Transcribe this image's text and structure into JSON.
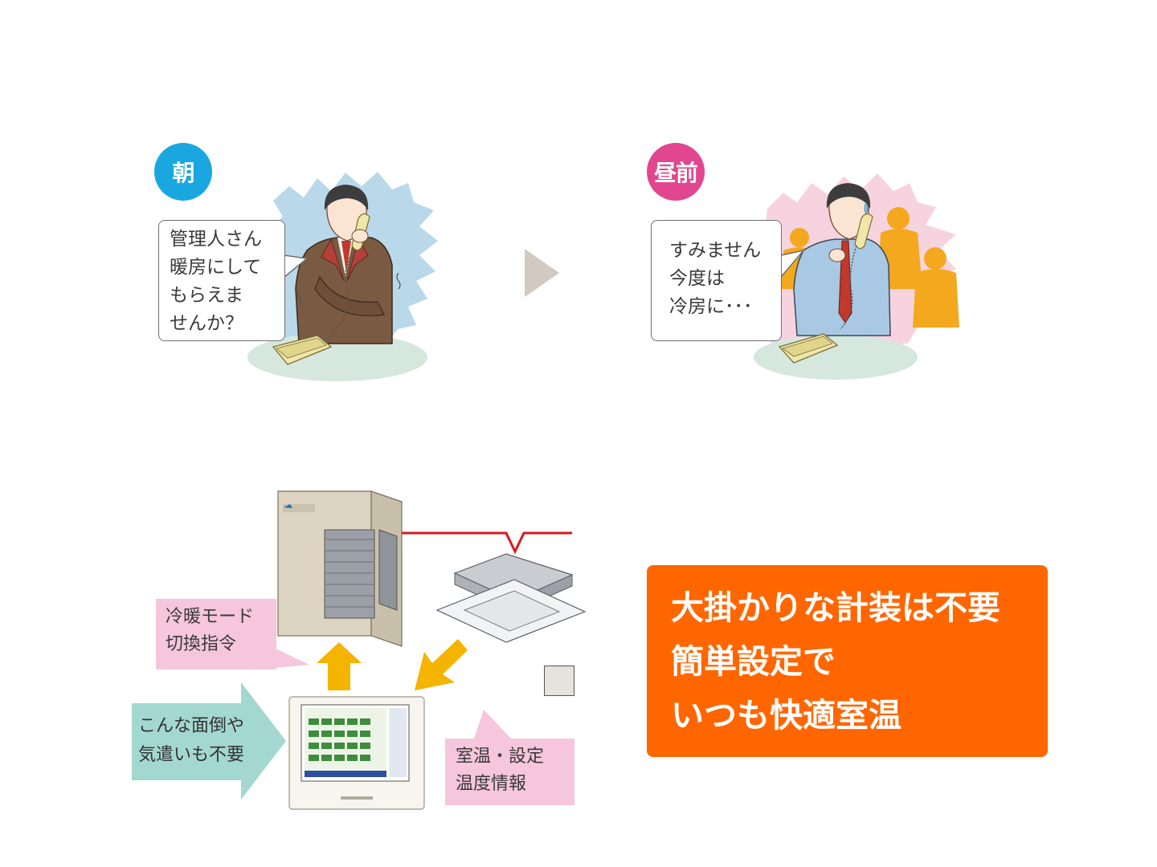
{
  "scene_morning": {
    "badge": "朝",
    "speech": "管理人さん\n暖房にして\nもらえま\nせんか？"
  },
  "scene_noon": {
    "badge": "昼前",
    "speech": "すみません\n今度は\n冷房に･･･"
  },
  "system": {
    "mode_label": "冷暖モード\n切換指令",
    "no_hassle": "こんな面倒や\n気遣いも不要",
    "temp_label": "室温・設定\n温度情報"
  },
  "highlight": {
    "text": "大掛かりな計装は不要\n簡単設定で\nいつも快適室温"
  },
  "colors": {
    "badge_morning": "#1aa7e0",
    "badge_noon": "#e2468f",
    "highlight_bg": "#ff6600",
    "arrow_yellow": "#f5b400",
    "pipe_red": "#d7191f",
    "teal_arrow": "#a3d8d0",
    "label_pink": "#f5c6dc"
  }
}
